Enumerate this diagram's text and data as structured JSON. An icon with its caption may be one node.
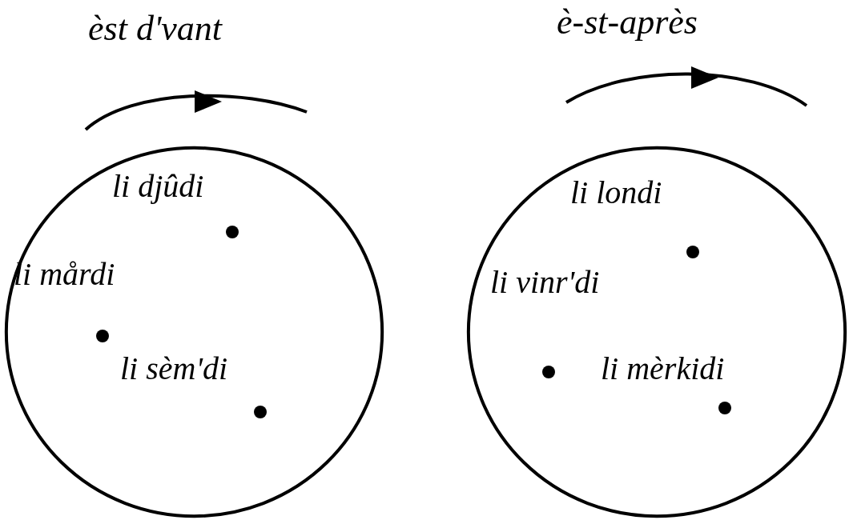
{
  "diagram": {
    "nodes": [
      {
        "text": [
          "li djûdi",
          "li mårdi",
          "li sèm'di"
        ]
      },
      {
        "text": [
          "li londi",
          "li vinr'di",
          "li mèrkidi"
        ]
      }
    ],
    "labels": [
      "èst d'vant",
      "è-st-après"
    ]
  }
}
